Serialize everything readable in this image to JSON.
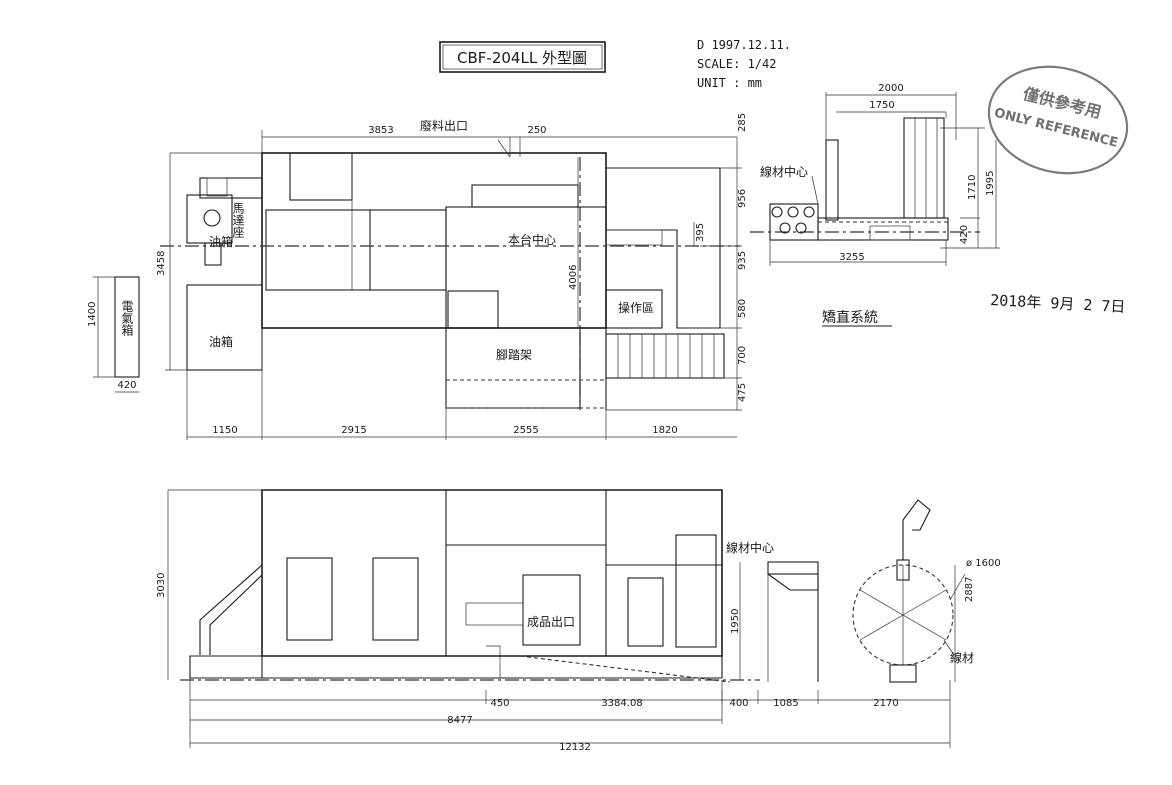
{
  "title": "CBF-204LL 外型圖",
  "header": {
    "date": "D 1997.12.11.",
    "scale": "SCALE: 1/42",
    "unit": "UNIT : mm"
  },
  "stamp": {
    "line1": "僅供參考用",
    "line2": "ONLY REFERENCE"
  },
  "handwritten_date": "2018年 9月 2 7日",
  "labels": {
    "waste_outlet": "廢料出口",
    "machine_center": "本台中心",
    "motor_base": "馬達座",
    "electric_box": "電氣箱",
    "oil_tank": "油箱",
    "operation_area": "操作區",
    "foot_frame": "腳踏架",
    "material_center_top": "線材中心",
    "straightening_system": "矯直系統",
    "material_center_side": "線材中心",
    "product_outlet": "成品出口",
    "material": "線材"
  },
  "dims": {
    "d3853": "3853",
    "d250": "250",
    "d285": "285",
    "d956": "956",
    "d395": "395",
    "d935": "935",
    "d580": "580",
    "d700": "700",
    "d475": "475",
    "d3458": "3458",
    "d4006": "4006",
    "d1400": "1400",
    "d420a": "420",
    "d1150": "1150",
    "d2915": "2915",
    "d2555": "2555",
    "d1820": "1820",
    "d2000": "2000",
    "d1750": "1750",
    "d1710": "1710",
    "d1995": "1995",
    "d420b": "420",
    "d3255": "3255",
    "d3030": "3030",
    "d1950": "1950",
    "d1600": "ø 1600",
    "d2887": "2887",
    "d450": "450",
    "d3384": "3384.08",
    "d400": "400",
    "d1085": "1085",
    "d2170": "2170",
    "d8477": "8477",
    "d12132": "12132"
  }
}
